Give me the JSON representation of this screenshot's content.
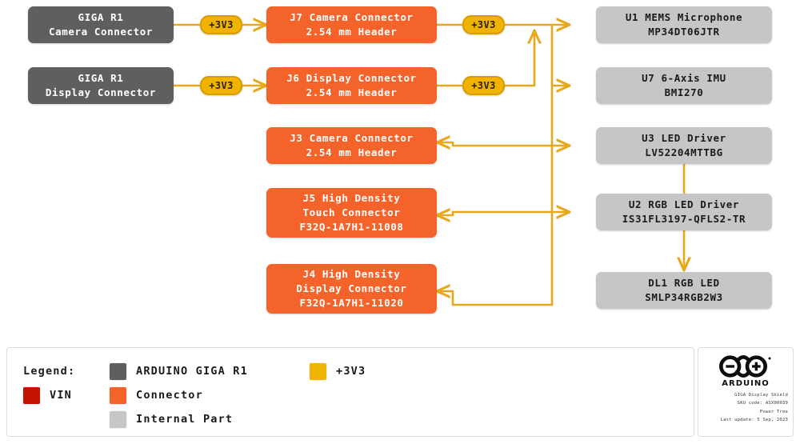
{
  "diagram": {
    "title": "GIGA Display Shield Power Tree",
    "colors": {
      "giga": "#5f5f5f",
      "connector": "#f4632a",
      "internal": "#c6c6c6",
      "rail_3v3": "#f0b400",
      "vin": "#c41400",
      "wire": "#e8a81c"
    },
    "sources": [
      {
        "line1": "GIGA R1",
        "line2": "Camera Connector"
      },
      {
        "line1": "GIGA R1",
        "line2": "Display Connector"
      }
    ],
    "rails": [
      {
        "label": "+3V3"
      },
      {
        "label": "+3V3"
      },
      {
        "label": "+3V3"
      },
      {
        "label": "+3V3"
      }
    ],
    "connectors": [
      {
        "line1": "J7 Camera Connector",
        "line2": "2.54 mm Header",
        "line3": ""
      },
      {
        "line1": "J6 Display Connector",
        "line2": "2.54 mm Header",
        "line3": ""
      },
      {
        "line1": "J3 Camera Connector",
        "line2": "2.54 mm Header",
        "line3": ""
      },
      {
        "line1": "J5 High Density",
        "line2": "Touch Connector",
        "line3": "F32Q-1A7H1-11008"
      },
      {
        "line1": "J4 High Density",
        "line2": "Display Connector",
        "line3": "F32Q-1A7H1-11020"
      }
    ],
    "parts": [
      {
        "line1": "U1 MEMS Microphone",
        "line2": "MP34DT06JTR"
      },
      {
        "line1": "U7 6-Axis IMU",
        "line2": "BMI270"
      },
      {
        "line1": "U3 LED Driver",
        "line2": "LV52204MTTBG"
      },
      {
        "line1": "U2 RGB LED Driver",
        "line2": "IS31FL3197-QFLS2-TR"
      },
      {
        "line1": "DL1 RGB LED",
        "line2": "SMLP34RGB2W3"
      }
    ]
  },
  "legend": {
    "title": "Legend:",
    "items": [
      {
        "label": "ARDUINO GIGA R1",
        "color": "#5f5f5f"
      },
      {
        "label": "+3V3",
        "color": "#f0b400"
      },
      {
        "label": "VIN",
        "color": "#c41400"
      },
      {
        "label": "Connector",
        "color": "#f4632a"
      },
      {
        "label": "Internal Part",
        "color": "#c6c6c6"
      }
    ]
  },
  "brand": {
    "logo_name": "arduino-logo",
    "wordmark": "ARDUINO",
    "meta": [
      "GIGA Display Shield",
      "SKU code: ASX00039",
      "Power Tree",
      "Last update: 5 Sep, 2023"
    ]
  }
}
